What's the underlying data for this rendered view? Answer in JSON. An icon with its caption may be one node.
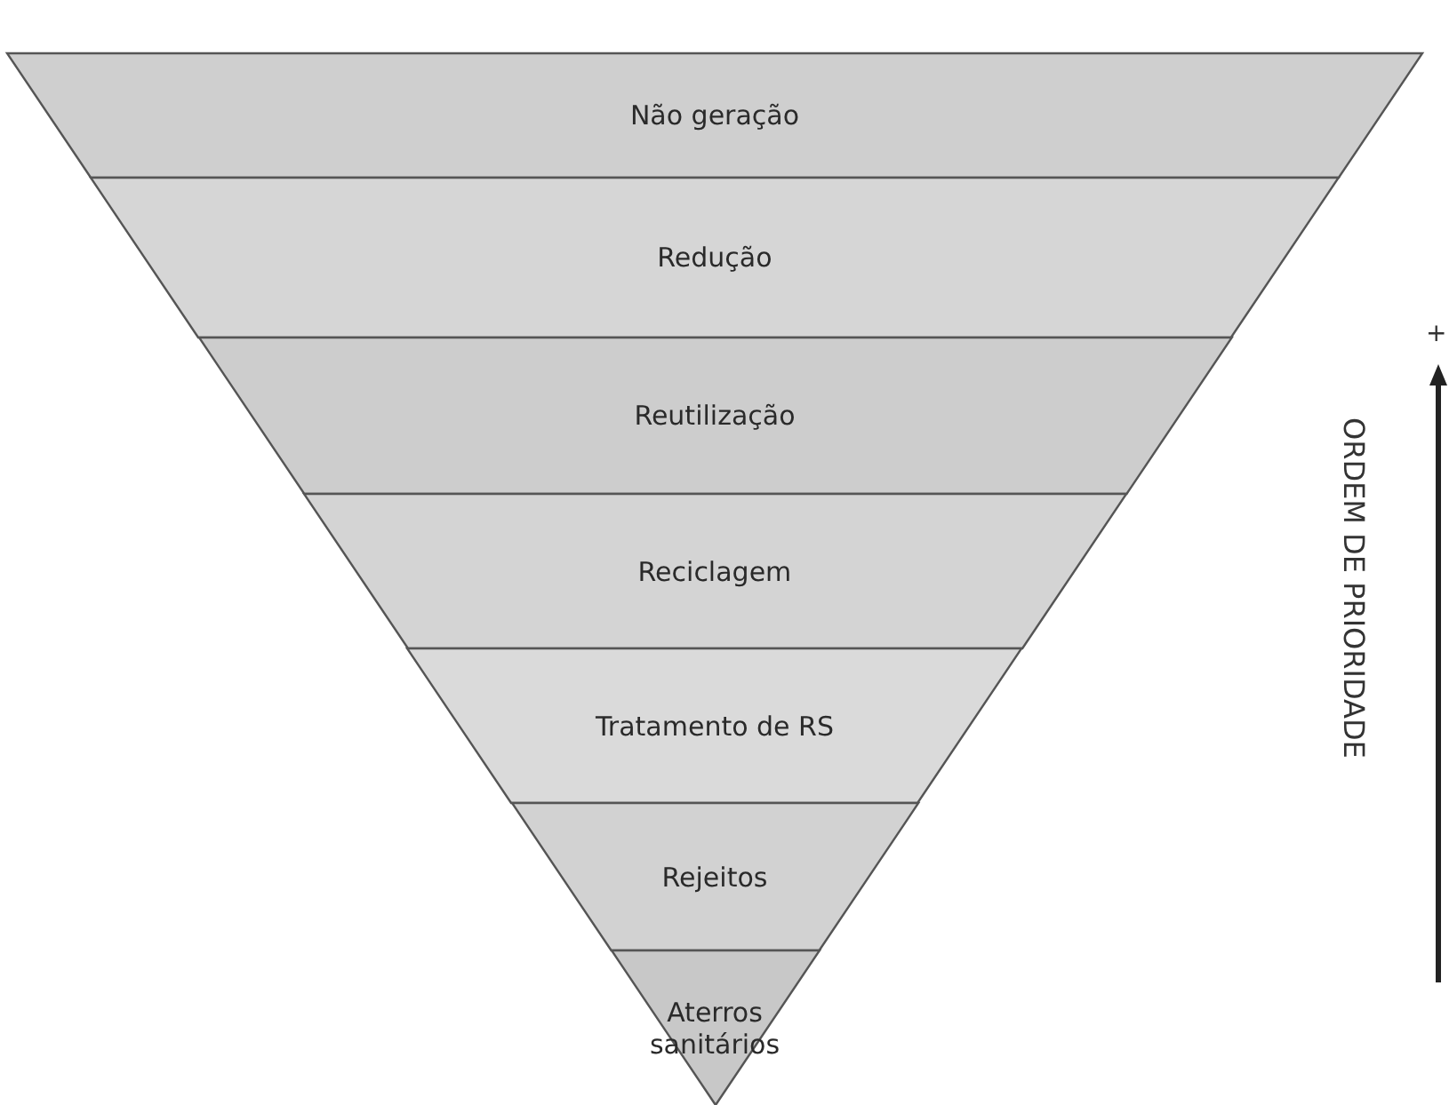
{
  "diagram": {
    "nodes": [
      {
        "text": [
          "Não geração"
        ]
      },
      {
        "text": [
          "Redução"
        ]
      },
      {
        "text": [
          "Reutilização"
        ]
      },
      {
        "text": [
          "Reciclagem"
        ]
      },
      {
        "text": [
          "Tratamento de RS"
        ]
      },
      {
        "text": [
          "Rejeitos"
        ]
      },
      {
        "text": [
          "Aterros sanitários"
        ]
      }
    ],
    "labels": [
      "+",
      "ORDEM DE PRIORIDADE"
    ]
  }
}
